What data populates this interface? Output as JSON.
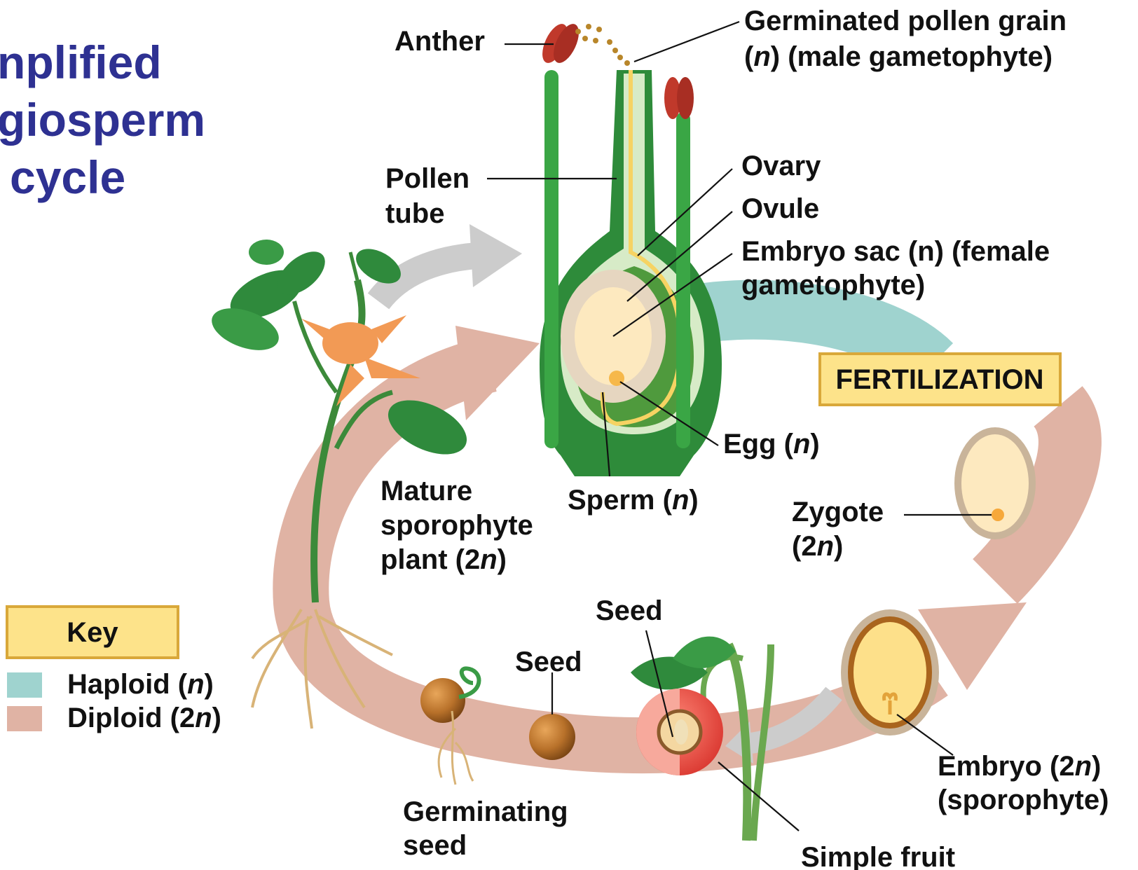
{
  "title": {
    "line1": "nplified",
    "line2": "giosperm",
    "line3": "cycle"
  },
  "labels": {
    "anther": "Anther",
    "germinated_pollen_line1": "Germinated pollen grain",
    "germinated_pollen_line2_a": "(",
    "germinated_pollen_line2_n": "n",
    "germinated_pollen_line2_b": ") (male gametophyte)",
    "pollen_tube_line1": "Pollen",
    "pollen_tube_line2": "tube",
    "ovary": "Ovary",
    "ovule": "Ovule",
    "embryo_sac_line1": "Embryo sac (n) (female",
    "embryo_sac_line2": "gametophyte)",
    "fertilization": "FERTILIZATION",
    "egg_a": "Egg (",
    "egg_n": "n",
    "egg_b": ")",
    "sperm_a": "Sperm (",
    "sperm_n": "n",
    "sperm_b": ")",
    "mature_line1": "Mature",
    "mature_line2": "sporophyte",
    "mature_line3_a": "plant (2",
    "mature_line3_n": "n",
    "mature_line3_b": ")",
    "zygote_line1": "Zygote",
    "zygote_line2_a": "(2",
    "zygote_line2_n": "n",
    "zygote_line2_b": ")",
    "seed_fruit": "Seed",
    "seed_loose": "Seed",
    "embryo_line1_a": "Embryo (2",
    "embryo_line1_n": "n",
    "embryo_line1_b": ")",
    "embryo_line2": "(sporophyte)",
    "germinating_line1": "Germinating",
    "germinating_line2": "seed",
    "simple_fruit": "Simple fruit"
  },
  "key": {
    "title": "Key",
    "haploid_a": "Haploid (",
    "haploid_n": "n",
    "haploid_b": ")",
    "diploid_a": "Diploid (2",
    "diploid_n": "n",
    "diploid_b": ")"
  },
  "colors": {
    "title": "#2e3192",
    "haploid": "#9fd3cf",
    "diploid": "#e0b3a4",
    "key_box": "#fde38a",
    "key_border": "#d9a83a"
  }
}
